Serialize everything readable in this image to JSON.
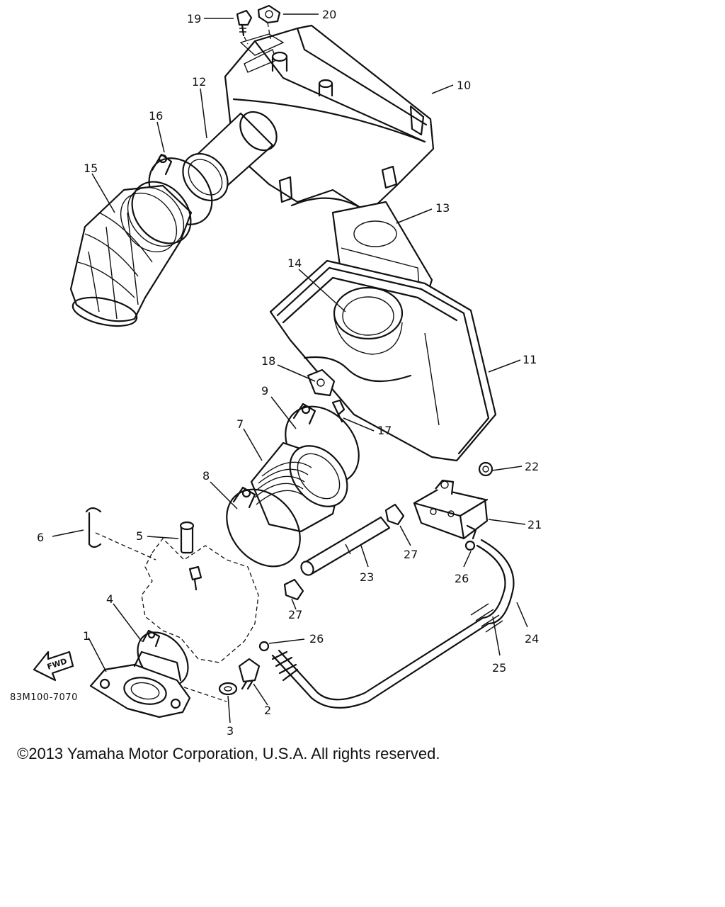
{
  "diagram": {
    "drawing_code": "83M100-7070",
    "fwd_label": "FWD",
    "callouts": {
      "c1": "1",
      "c2": "2",
      "c3": "3",
      "c4": "4",
      "c5": "5",
      "c6": "6",
      "c7": "7",
      "c8": "8",
      "c9": "9",
      "c10": "10",
      "c11": "11",
      "c12": "12",
      "c13": "13",
      "c14": "14",
      "c15": "15",
      "c16": "16",
      "c17": "17",
      "c18": "18",
      "c19": "19",
      "c20": "20",
      "c21": "21",
      "c22": "22",
      "c23": "23",
      "c24": "24",
      "c25": "25",
      "c26a": "26",
      "c26b": "26",
      "c27a": "27",
      "c27b": "27"
    }
  },
  "footer": {
    "copyright": "©2013 Yamaha Motor Corporation, U.S.A. All rights reserved."
  }
}
